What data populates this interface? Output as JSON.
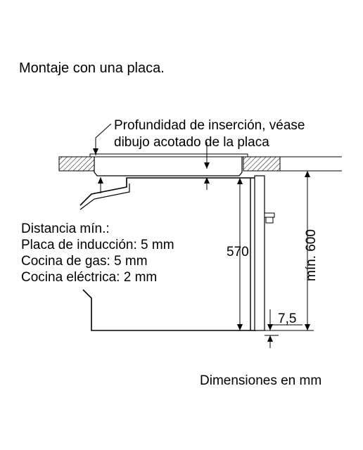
{
  "title": "Montaje con una placa.",
  "insertion_note": {
    "line1": "Profundidad de inserción, véase",
    "line2": "dibujo acotado de la placa"
  },
  "min_distance": {
    "heading": "Distancia mín.:",
    "induction": "Placa de inducción: 5 mm",
    "gas": "Cocina de gas: 5 mm",
    "electric": "Cocina eléctrica: 2 mm"
  },
  "dimensions": {
    "height": "570",
    "niche": "mín. 600",
    "gap": "7,5"
  },
  "footer": "Dimensiones en mm"
}
